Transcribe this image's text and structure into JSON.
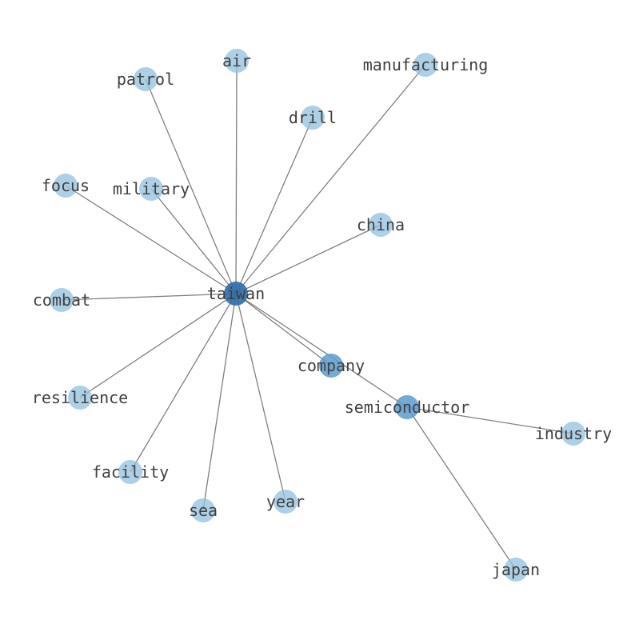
{
  "graph": {
    "colors": {
      "leaf": "#92c0df",
      "mid": "#5b9bcf",
      "hub": "#2c6aa8",
      "edge": "#808080",
      "label": "#404040"
    },
    "nodes": [
      {
        "id": "taiwan",
        "label": "taiwan",
        "level": "hub"
      },
      {
        "id": "semiconductor",
        "label": "semiconductor",
        "level": "mid"
      },
      {
        "id": "company",
        "label": "company",
        "level": "mid"
      },
      {
        "id": "air",
        "label": "air",
        "level": "leaf"
      },
      {
        "id": "patrol",
        "label": "patrol",
        "level": "leaf"
      },
      {
        "id": "manufacturing",
        "label": "manufacturing",
        "level": "leaf"
      },
      {
        "id": "drill",
        "label": "drill",
        "level": "leaf"
      },
      {
        "id": "focus",
        "label": "focus",
        "level": "leaf"
      },
      {
        "id": "military",
        "label": "military",
        "level": "leaf"
      },
      {
        "id": "china",
        "label": "china",
        "level": "leaf"
      },
      {
        "id": "combat",
        "label": "combat",
        "level": "leaf"
      },
      {
        "id": "resilience",
        "label": "resilience",
        "level": "leaf"
      },
      {
        "id": "industry",
        "label": "industry",
        "level": "leaf"
      },
      {
        "id": "facility",
        "label": "facility",
        "level": "leaf"
      },
      {
        "id": "sea",
        "label": "sea",
        "level": "leaf"
      },
      {
        "id": "year",
        "label": "year",
        "level": "leaf"
      },
      {
        "id": "japan",
        "label": "japan",
        "level": "leaf"
      }
    ],
    "edges": [
      [
        "taiwan",
        "air"
      ],
      [
        "taiwan",
        "patrol"
      ],
      [
        "taiwan",
        "manufacturing"
      ],
      [
        "taiwan",
        "drill"
      ],
      [
        "taiwan",
        "focus"
      ],
      [
        "taiwan",
        "military"
      ],
      [
        "taiwan",
        "china"
      ],
      [
        "taiwan",
        "combat"
      ],
      [
        "taiwan",
        "resilience"
      ],
      [
        "taiwan",
        "facility"
      ],
      [
        "taiwan",
        "sea"
      ],
      [
        "taiwan",
        "year"
      ],
      [
        "taiwan",
        "company"
      ],
      [
        "taiwan",
        "semiconductor"
      ],
      [
        "semiconductor",
        "industry"
      ],
      [
        "semiconductor",
        "japan"
      ]
    ]
  }
}
